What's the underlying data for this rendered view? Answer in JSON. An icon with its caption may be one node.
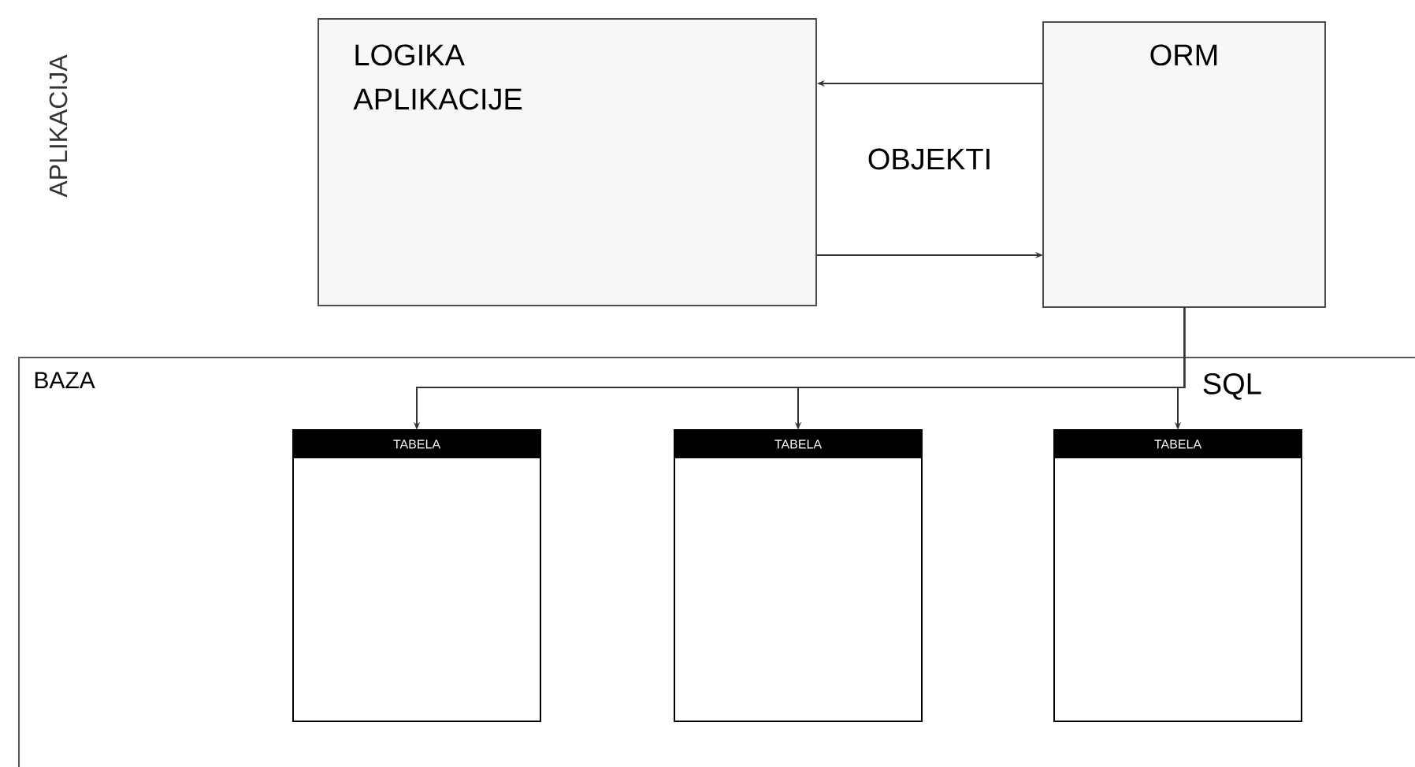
{
  "diagram": {
    "nodes": [
      {
        "text": [
          "BAZA"
        ]
      },
      {
        "text": [
          "LOGIKA APLIKACIJE"
        ]
      },
      {
        "text": [
          "ORM"
        ]
      },
      {
        "text": [
          "TABELA"
        ],
        "in": 0
      },
      {
        "text": [
          "TABELA"
        ],
        "in": 0
      },
      {
        "text": [
          "TABELA"
        ],
        "in": 0
      }
    ],
    "edges": [
      {
        "from": 2,
        "to": 1,
        "arrow": "to"
      },
      {
        "from": 1,
        "to": 2,
        "arrow": "to"
      },
      {
        "from": 2,
        "to": 3,
        "arrow": "to"
      },
      {
        "from": 2,
        "to": 4,
        "arrow": "to"
      },
      {
        "from": 2,
        "to": 5,
        "arrow": "to",
        "label": "SQL"
      }
    ],
    "labels": [
      "APLIKACIJA",
      "OBJEKTI"
    ]
  }
}
